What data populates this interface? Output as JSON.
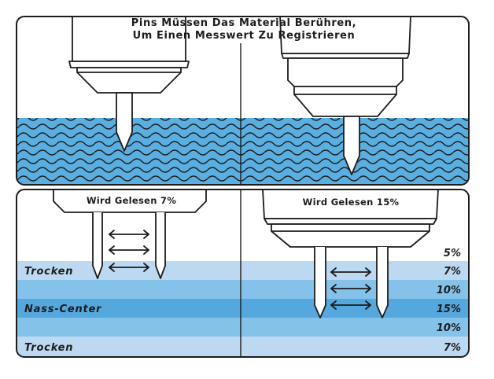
{
  "top_panel": {
    "title_line1": "Pins Müssen Das Material Berühren,",
    "title_line2": "Um Einen Messwert Zu Registrieren"
  },
  "bottom_panel": {
    "left_reading": "Wird Gelesen 7%",
    "right_reading": "Wird Gelesen 15%",
    "zone_labels": [
      "Trocken",
      "Nass-Center",
      "Trocken"
    ],
    "band_percents": [
      "5%",
      "7%",
      "10%",
      "15%",
      "10%",
      "7%"
    ]
  },
  "colors": {
    "water": "#5aaee0",
    "band_light": "#bcd9f1",
    "band_mid": "#85c2ea",
    "band_dark": "#55a8de",
    "outline": "#1c1c1c"
  }
}
